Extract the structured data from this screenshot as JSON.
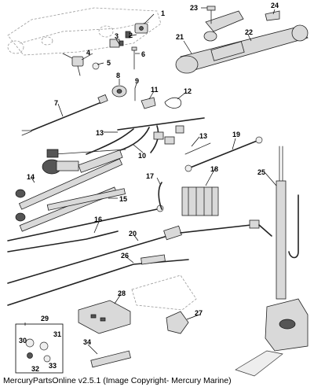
{
  "callouts": [
    {
      "id": "c1",
      "label": "1"
    },
    {
      "id": "c2",
      "label": "2"
    },
    {
      "id": "c3",
      "label": "3"
    },
    {
      "id": "c4",
      "label": "4"
    },
    {
      "id": "c5",
      "label": "5"
    },
    {
      "id": "c6",
      "label": "6"
    },
    {
      "id": "c7",
      "label": "7"
    },
    {
      "id": "c8",
      "label": "8"
    },
    {
      "id": "c9",
      "label": "9"
    },
    {
      "id": "c10",
      "label": "10"
    },
    {
      "id": "c11",
      "label": "11"
    },
    {
      "id": "c12",
      "label": "12"
    },
    {
      "id": "c13a",
      "label": "13"
    },
    {
      "id": "c13b",
      "label": "13"
    },
    {
      "id": "c14",
      "label": "14"
    },
    {
      "id": "c15",
      "label": "15"
    },
    {
      "id": "c16",
      "label": "16"
    },
    {
      "id": "c17",
      "label": "17"
    },
    {
      "id": "c18",
      "label": "18"
    },
    {
      "id": "c19",
      "label": "19"
    },
    {
      "id": "c20",
      "label": "20"
    },
    {
      "id": "c21",
      "label": "21"
    },
    {
      "id": "c22",
      "label": "22"
    },
    {
      "id": "c23",
      "label": "23"
    },
    {
      "id": "c24",
      "label": "24"
    },
    {
      "id": "c25",
      "label": "25"
    },
    {
      "id": "c26",
      "label": "26"
    },
    {
      "id": "c27",
      "label": "27"
    },
    {
      "id": "c28",
      "label": "28"
    },
    {
      "id": "c29",
      "label": "29"
    },
    {
      "id": "c30",
      "label": "30"
    },
    {
      "id": "c31",
      "label": "31"
    },
    {
      "id": "c32",
      "label": "32"
    },
    {
      "id": "c33",
      "label": "33"
    },
    {
      "id": "c34",
      "label": "34"
    }
  ],
  "footer": {
    "caption": "MercuryPartsOnline v2.5.1 (Image Copyright- Mercury Marine)"
  }
}
